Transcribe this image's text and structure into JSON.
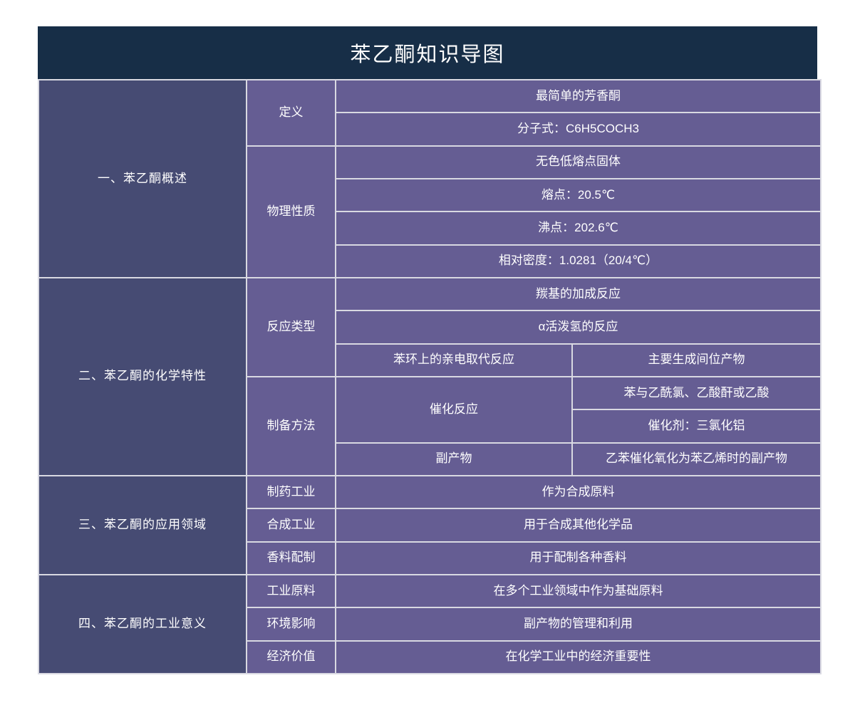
{
  "title": "苯乙酮知识导图",
  "colors": {
    "title_bar": "#172e47",
    "level1": "#464b73",
    "level2": "#655d93",
    "level3": "#655d93",
    "grid": "#d9d9e2",
    "text": "#ffffff",
    "page_background": "#ffffff"
  },
  "sections": [
    {
      "label": "一、苯乙酮概述",
      "categories": [
        {
          "label": "定义",
          "items": [
            {
              "text": "最简单的芳香酮"
            },
            {
              "text": "分子式：C6H5COCH3"
            }
          ]
        },
        {
          "label": "物理性质",
          "items": [
            {
              "text": "无色低熔点固体"
            },
            {
              "text": "熔点：20.5℃"
            },
            {
              "text": "沸点：202.6℃"
            },
            {
              "text": "相对密度：1.0281（20/4℃）"
            }
          ]
        }
      ]
    },
    {
      "label": "二、苯乙酮的化学特性",
      "categories": [
        {
          "label": "反应类型",
          "items": [
            {
              "text": "羰基的加成反应"
            },
            {
              "text": "α活泼氢的反应"
            },
            {
              "text": "苯环上的亲电取代反应",
              "detail": "主要生成间位产物"
            }
          ]
        },
        {
          "label": "制备方法",
          "items": [
            {
              "text": "催化反应",
              "details": [
                "苯与乙酰氯、乙酸酐或乙酸",
                "催化剂：三氯化铝"
              ]
            },
            {
              "text": "副产物",
              "detail": "乙苯催化氧化为苯乙烯时的副产物"
            }
          ]
        }
      ]
    },
    {
      "label": "三、苯乙酮的应用领域",
      "categories": [
        {
          "label": "制药工业",
          "items": [
            {
              "text": "作为合成原料"
            }
          ]
        },
        {
          "label": "合成工业",
          "items": [
            {
              "text": "用于合成其他化学品"
            }
          ]
        },
        {
          "label": "香料配制",
          "items": [
            {
              "text": "用于配制各种香料"
            }
          ]
        }
      ]
    },
    {
      "label": "四、苯乙酮的工业意义",
      "categories": [
        {
          "label": "工业原料",
          "items": [
            {
              "text": "在多个工业领域中作为基础原料"
            }
          ]
        },
        {
          "label": "环境影响",
          "items": [
            {
              "text": "副产物的管理和利用"
            }
          ]
        },
        {
          "label": "经济价值",
          "items": [
            {
              "text": "在化学工业中的经济重要性"
            }
          ]
        }
      ]
    }
  ]
}
